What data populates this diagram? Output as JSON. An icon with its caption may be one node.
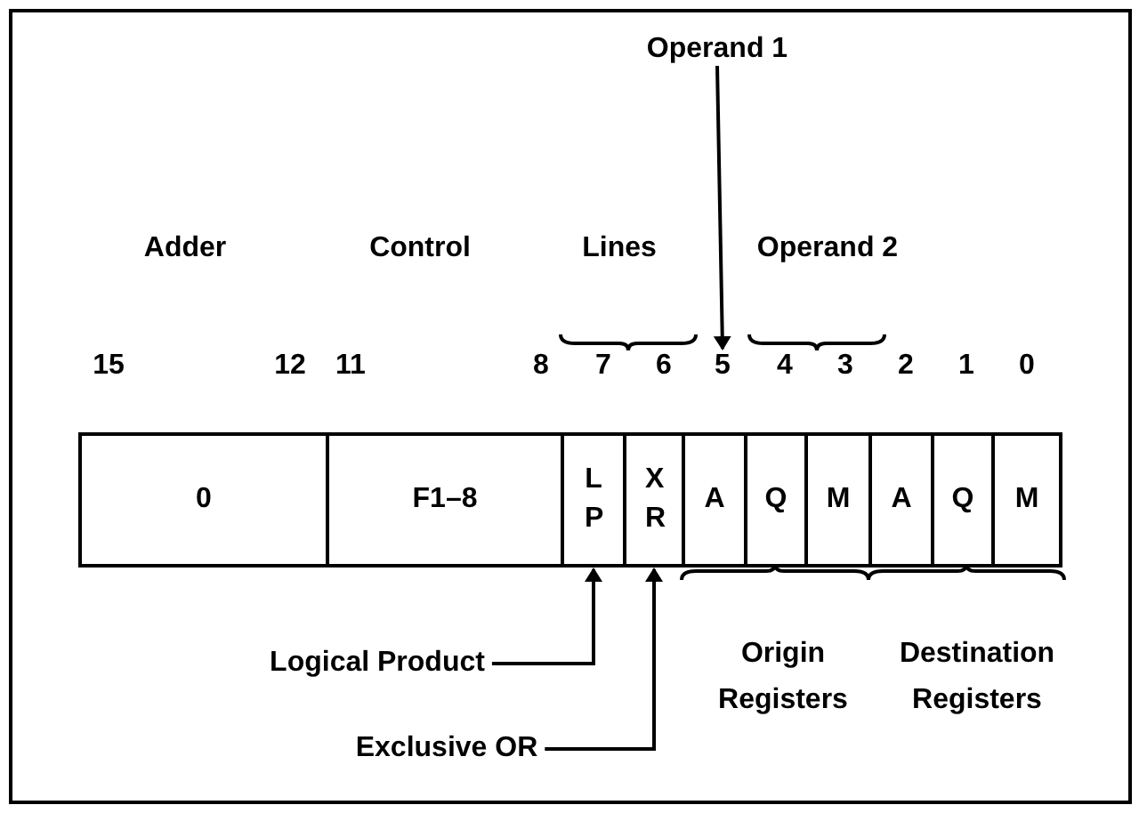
{
  "diagram": {
    "nodes": [
      {
        "text": [
          "Operand 1"
        ]
      },
      {
        "text": [
          "5"
        ]
      },
      {
        "text": [
          "0"
        ]
      },
      {
        "text": [
          "F1–8"
        ]
      },
      {
        "text": [
          "L P"
        ]
      },
      {
        "text": [
          "X R"
        ]
      },
      {
        "text": [
          "A"
        ]
      },
      {
        "text": [
          "Q"
        ]
      },
      {
        "text": [
          "M"
        ]
      },
      {
        "text": [
          "A"
        ]
      },
      {
        "text": [
          "Q"
        ]
      },
      {
        "text": [
          "M"
        ]
      },
      {
        "text": [
          "Logical Product"
        ]
      },
      {
        "text": [
          "Exclusive OR"
        ]
      }
    ],
    "edges": [
      {
        "from": 0,
        "to": 1,
        "arrow": "to"
      },
      {
        "from": 12,
        "to": 4,
        "arrow": "to"
      },
      {
        "from": 13,
        "to": 5,
        "arrow": "to"
      }
    ],
    "labels": [
      "Adder",
      "Control",
      "Lines",
      "Operand 2",
      "15",
      "12",
      "11",
      "8",
      "7",
      "6",
      "4",
      "3",
      "2",
      "1",
      "0",
      "Origin Registers",
      "Destination Registers"
    ]
  }
}
